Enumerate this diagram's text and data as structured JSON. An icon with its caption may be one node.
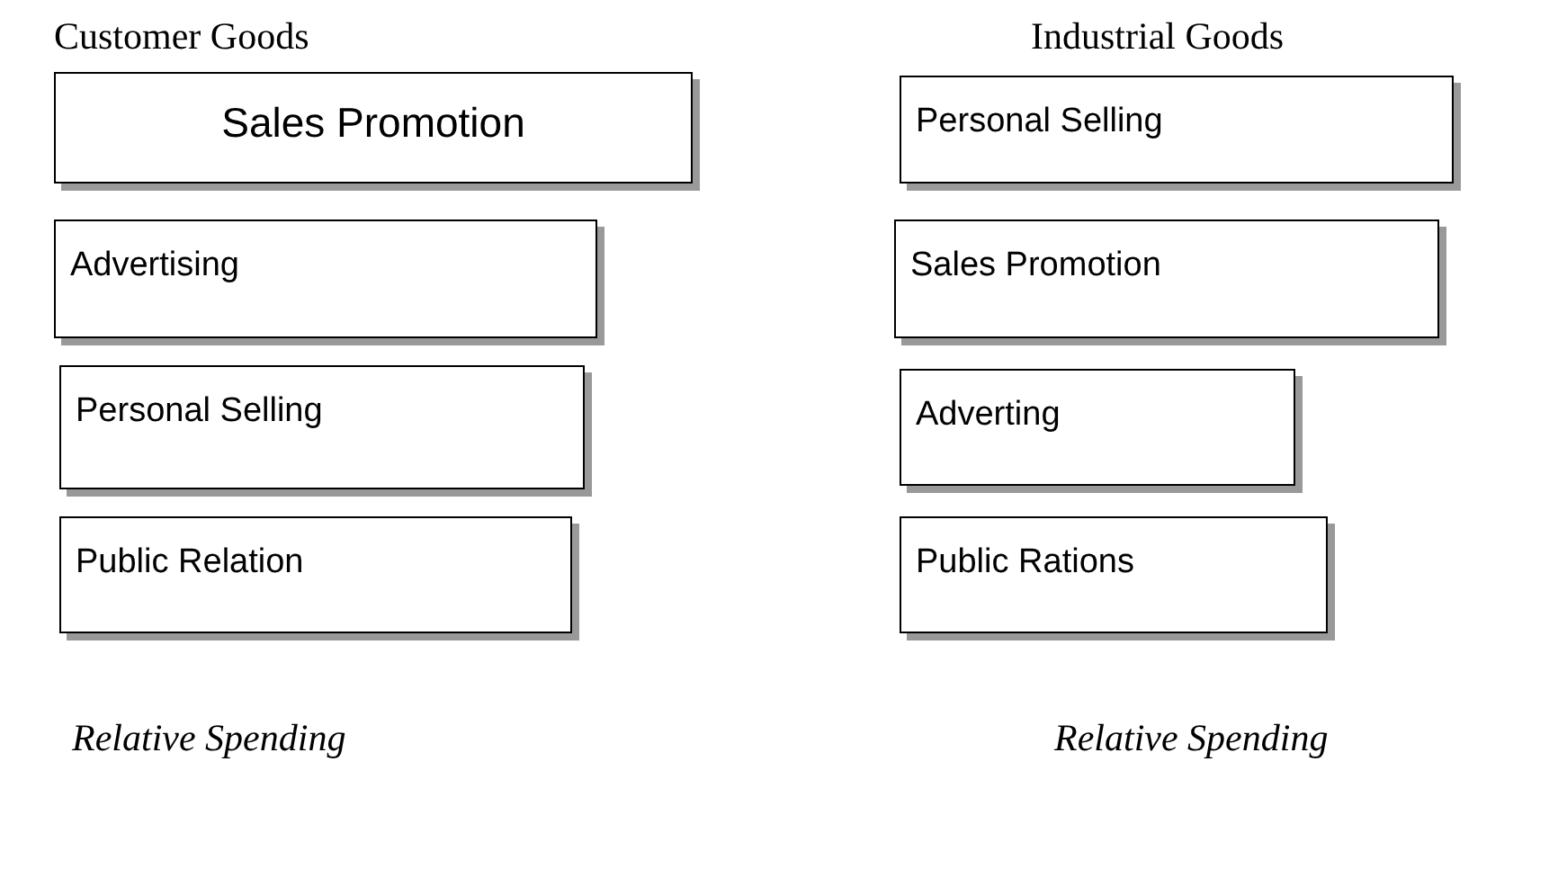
{
  "diagram": {
    "nodes": [
      {
        "text": [
          "Sales Promotion"
        ]
      },
      {
        "text": [
          "Advertising"
        ]
      },
      {
        "text": [
          "Personal Selling"
        ]
      },
      {
        "text": [
          "Public Relation"
        ]
      },
      {
        "text": [
          "Personal Selling"
        ]
      },
      {
        "text": [
          "Sales Promotion"
        ]
      },
      {
        "text": [
          "Adverting"
        ]
      },
      {
        "text": [
          "Public Rations"
        ]
      }
    ],
    "edges": [],
    "labels": [
      "Customer Goods",
      "Industrial Goods",
      "Relative Spending",
      "Relative Spending"
    ]
  }
}
